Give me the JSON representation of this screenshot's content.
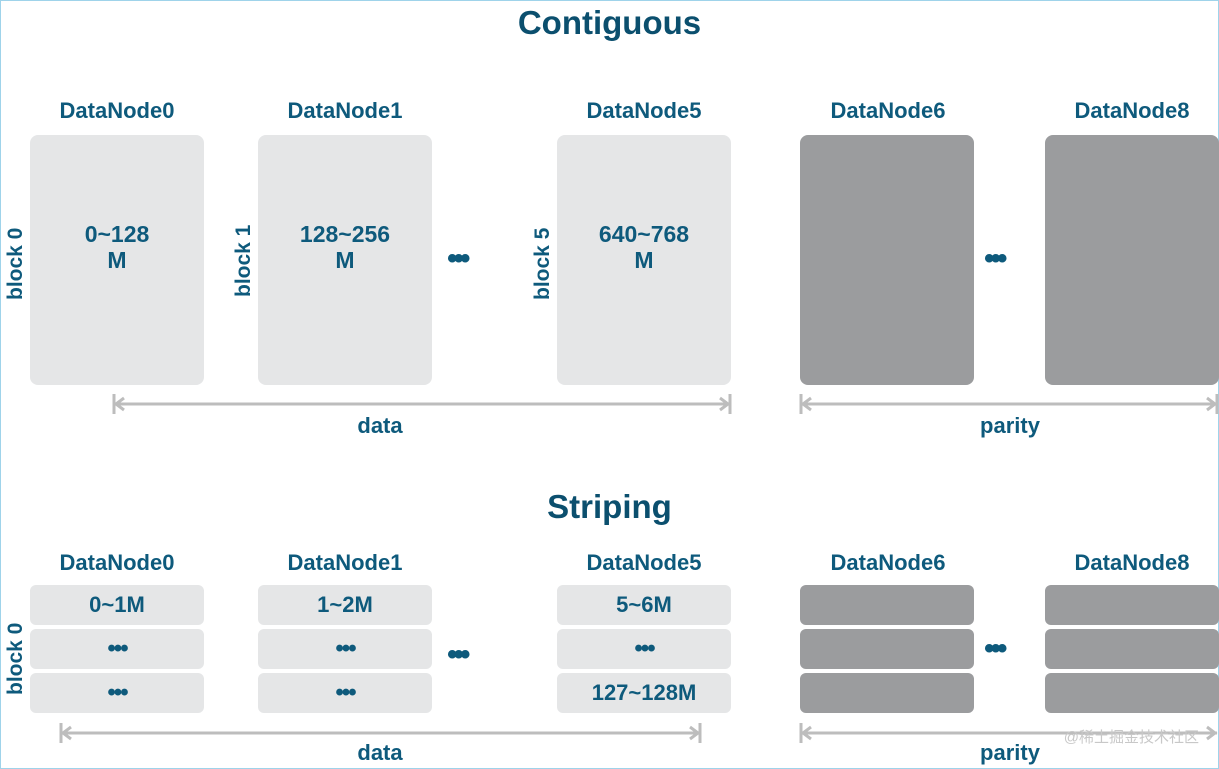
{
  "contiguous": {
    "title": "Contiguous",
    "nodes": {
      "n0": "DataNode0",
      "n1": "DataNode1",
      "n5": "DataNode5",
      "n6": "DataNode6",
      "n8": "DataNode8"
    },
    "blocks": {
      "b0": "block 0",
      "b1": "block 1",
      "b5": "block 5"
    },
    "ranges": {
      "r0_line1": "0~128",
      "r0_line2": "M",
      "r1_line1": "128~256",
      "r1_line2": "M",
      "r5_line1": "640~768",
      "r5_line2": "M"
    },
    "ellipsis": "•••",
    "data_label": "data",
    "parity_label": "parity"
  },
  "striping": {
    "title": "Striping",
    "nodes": {
      "n0": "DataNode0",
      "n1": "DataNode1",
      "n5": "DataNode5",
      "n6": "DataNode6",
      "n8": "DataNode8"
    },
    "block_label": "block 0",
    "cells": {
      "n0": [
        "0~1M",
        "•••",
        "•••"
      ],
      "n1": [
        "1~2M",
        "•••",
        "•••"
      ],
      "n5": [
        "5~6M",
        "•••",
        "127~128M"
      ]
    },
    "ellipsis": "•••",
    "data_label": "data",
    "parity_label": "parity"
  },
  "watermark": "@稀土掘金技术社区",
  "colors": {
    "text": "#0e5a7c",
    "data_block": "#e5e6e7",
    "parity_block": "#9b9c9e",
    "arrow": "#bdbdbd"
  }
}
